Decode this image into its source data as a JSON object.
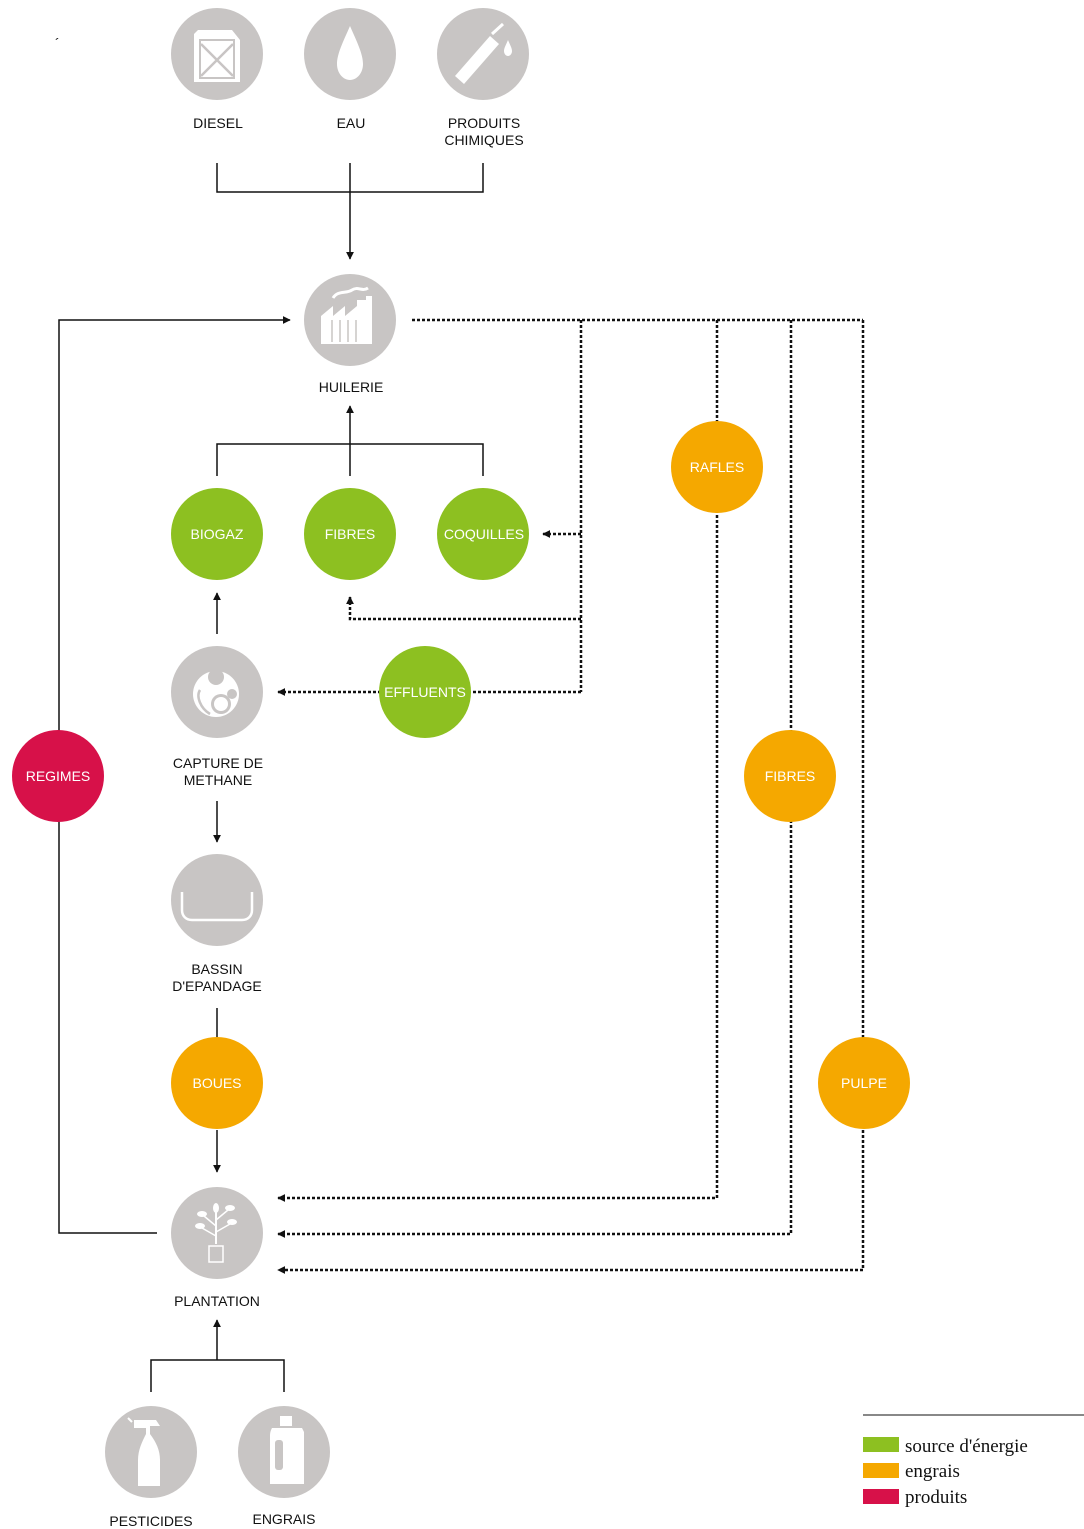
{
  "colors": {
    "icon_gray": "#c8c5c4",
    "energy_green": "#8dc021",
    "fertilizer_orange": "#f5a800",
    "product_red": "#d71149",
    "line": "#111111"
  },
  "stray_mark": "´",
  "inputs_top": [
    {
      "key": "diesel",
      "label": "DIESEL",
      "icon": "jerrycan-icon"
    },
    {
      "key": "eau",
      "label": "EAU",
      "icon": "water-drop-icon"
    },
    {
      "key": "produits",
      "label1": "PRODUITS",
      "label2": "CHIMIQUES",
      "icon": "chemical-pipette-icon"
    }
  ],
  "mill": {
    "label": "HUILERIE",
    "icon": "factory-icon"
  },
  "energy_sources": [
    {
      "key": "biogaz",
      "label": "BIOGAZ"
    },
    {
      "key": "fibres",
      "label": "FIBRES"
    },
    {
      "key": "coquilles",
      "label": "COQUILLES"
    },
    {
      "key": "effluents",
      "label": "EFFLUENTS"
    }
  ],
  "methane": {
    "label1": "CAPTURE DE",
    "label2": "METHANE",
    "icon": "methane-capture-icon"
  },
  "basin": {
    "label1": "BASSIN",
    "label2": "D'EPANDAGE",
    "icon": "basin-icon"
  },
  "fertilizers": [
    {
      "key": "boues",
      "label": "BOUES"
    },
    {
      "key": "rafles",
      "label": "RAFLES"
    },
    {
      "key": "fibres",
      "label": "FIBRES"
    },
    {
      "key": "pulpe",
      "label": "PULPE"
    }
  ],
  "product": {
    "label": "REGIMES"
  },
  "plantation": {
    "label": "PLANTATION",
    "icon": "seedling-icon"
  },
  "inputs_bottom": [
    {
      "key": "pesticides",
      "label": "PESTICIDES",
      "icon": "spray-bottle-icon"
    },
    {
      "key": "engrais",
      "label": "ENGRAIS",
      "icon": "fertilizer-bottle-icon"
    }
  ],
  "legend": [
    {
      "label": "source d'énergie",
      "color": "#8dc021"
    },
    {
      "label": "engrais",
      "color": "#f5a800"
    },
    {
      "label": "produits",
      "color": "#d71149"
    }
  ]
}
